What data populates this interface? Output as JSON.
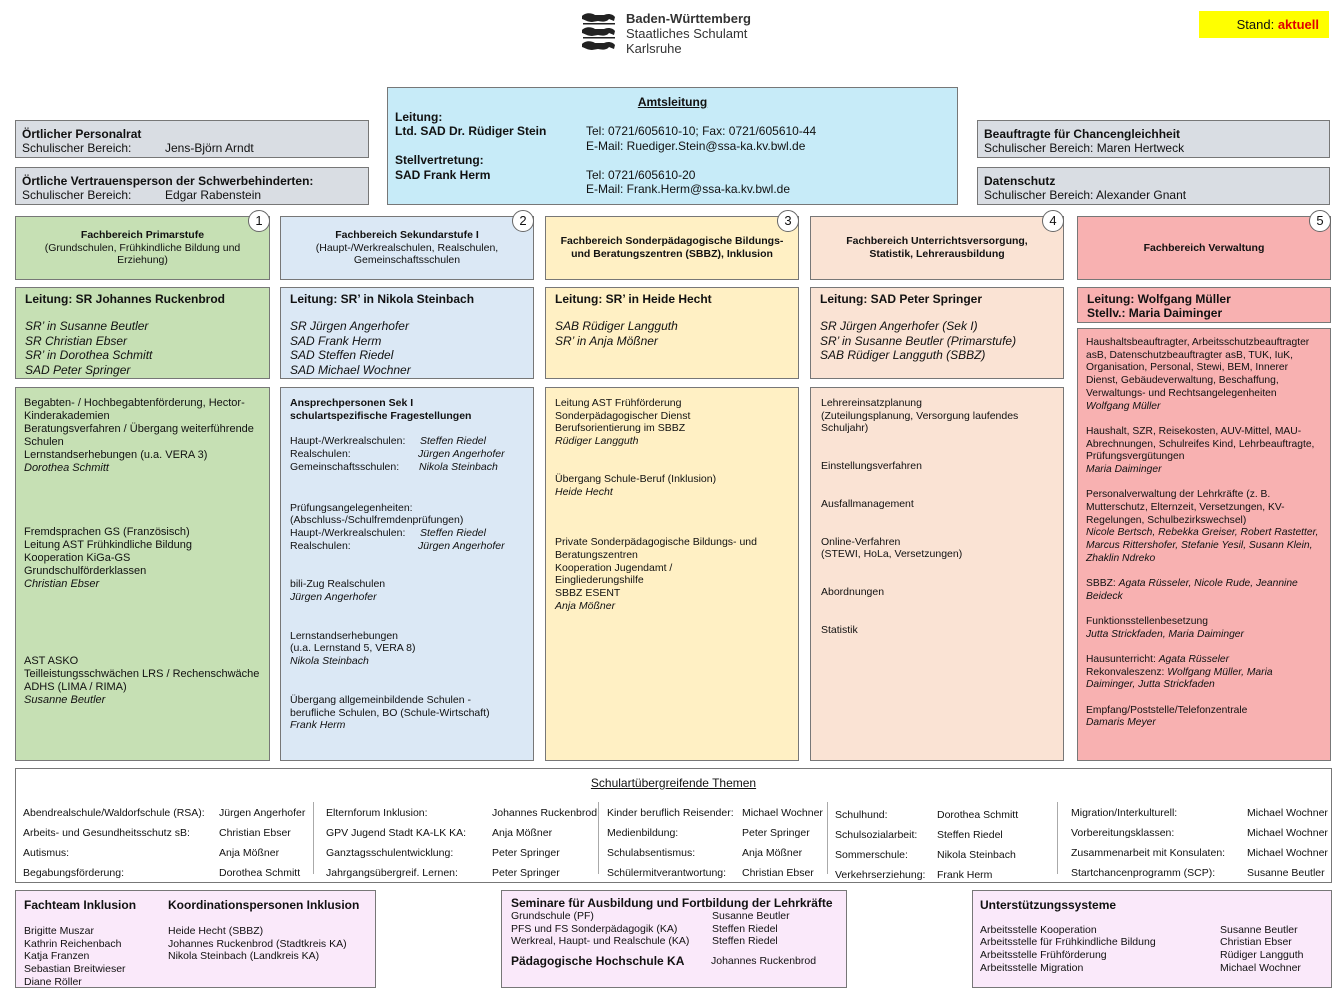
{
  "header": {
    "org_line1": "Baden-Württemberg",
    "org_line2": "Staatliches Schulamt",
    "org_line3": "Karlsruhe",
    "stand_label": "Stand:",
    "stand_value": "aktuell"
  },
  "amtsleitung": {
    "title": "Amtsleitung",
    "leitung_label": "Leitung:",
    "leitung_name": "Ltd. SAD Dr. Rüdiger Stein",
    "leitung_tel": "Tel:  0721/605610-10; Fax: 0721/605610-44",
    "leitung_email": "E-Mail: Ruediger.Stein@ssa-ka.kv.bwl.de",
    "stv_label": "Stellvertretung:",
    "stv_name": "SAD Frank Herm",
    "stv_tel": "Tel:  0721/605610-20",
    "stv_email": "E-Mail: Frank.Herm@ssa-ka.kv.bwl.de"
  },
  "left_boxes": [
    {
      "title": "Örtlicher Personalrat",
      "label": "Schulischer Bereich:",
      "name": "Jens-Björn Arndt"
    },
    {
      "title": "Örtliche Vertrauensperson der Schwerbehinderten:",
      "label": "Schulischer Bereich:",
      "name": "Edgar Rabenstein"
    }
  ],
  "right_boxes": [
    {
      "title": "Beauftragte für Chancengleichheit",
      "text": "Schulischer Bereich: Maren Hertweck"
    },
    {
      "title": "Datenschutz",
      "text": "Schulischer Bereich: Alexander Gnant"
    }
  ],
  "fachbereiche": [
    {
      "num": "1",
      "title": "Fachbereich Primarstufe",
      "sub": "(Grundschulen, Frühkindliche Bildung und Erziehung)",
      "leitung": "Leitung:  SR Johannes Ruckenbrod",
      "staff": [
        "SR’ in Susanne Beutler",
        "SR Christian Ebser",
        "SR’ in Dorothea Schmitt",
        "SAD Peter Springer"
      ]
    },
    {
      "num": "2",
      "title": "Fachbereich Sekundarstufe I",
      "sub": "(Haupt-/Werkrealschulen, Realschulen, Gemeinschaftsschulen",
      "leitung": "Leitung:  SR’ in Nikola Steinbach",
      "staff": [
        "SR Jürgen Angerhofer",
        "SAD Frank Herm",
        "SAD Steffen Riedel",
        "SAD Michael Wochner"
      ]
    },
    {
      "num": "3",
      "title": "Fachbereich Sonderpädagogische Bildungs- und Beratungszentren (SBBZ), Inklusion",
      "sub": "",
      "leitung": "Leitung:  SR’ in Heide Hecht",
      "staff": [
        "SAB Rüdiger Langguth",
        "SR’ in Anja Mößner"
      ]
    },
    {
      "num": "4",
      "title": "Fachbereich Unterrichtsversorgung, Statistik, Lehrerausbildung",
      "sub": "",
      "leitung": "Leitung:  SAD Peter Springer",
      "staff": [
        "SR  Jürgen Angerhofer (Sek I)",
        "SR’ in Susanne Beutler (Primarstufe)",
        "SAB Rüdiger Langguth (SBBZ)"
      ]
    },
    {
      "num": "5",
      "title": "Fachbereich Verwaltung",
      "sub": "",
      "leitung": "Leitung:  Wolfgang Müller",
      "leitung2": "Stellv.:    Maria Daiminger",
      "staff": []
    }
  ],
  "col1": [
    {
      "lines": [
        "Begabten- / Hochbegabtenförderung, Hector-Kinderakademien",
        "Beratungsverfahren / Übergang weiterführende Schulen",
        "Lernstandserhebungen (u.a. VERA 3)"
      ],
      "person": "Dorothea Schmitt"
    },
    {
      "lines": [
        "Fremdsprachen GS (Französisch)",
        "Leitung AST Frühkindliche Bildung",
        "Kooperation KiGa-GS",
        "Grundschulförderklassen"
      ],
      "person": "Christian Ebser"
    },
    {
      "lines": [
        "AST ASKO",
        "Teilleistungsschwächen LRS / Rechenschwäche",
        "ADHS (LIMA / RIMA)"
      ],
      "person": "Susanne Beutler"
    }
  ],
  "col2": {
    "heading": "Ansprechpersonen Sek I schulartspezifische Fragestellungen",
    "rows1": [
      [
        "Haupt-/Werkrealschulen:",
        "Steffen Riedel"
      ],
      [
        "Realschulen:",
        "Jürgen Angerhofer"
      ],
      [
        "Gemeinschaftsschulen:",
        "Nikola Steinbach"
      ]
    ],
    "pruef_head": "Prüfungsangelegenheiten:",
    "pruef_sub": "(Abschluss-/Schulfremdenprüfungen)",
    "rows2": [
      [
        "Haupt-/Werkrealschulen:",
        "Steffen Riedel"
      ],
      [
        "Realschulen:",
        "Jürgen Angerhofer"
      ]
    ],
    "bili": "bili-Zug Realschulen",
    "bili_p": "Jürgen Angerhofer",
    "lern1": "Lernstandserhebungen",
    "lern2": "(u.a. Lernstand 5, VERA 8)",
    "lern_p": "Nikola Steinbach",
    "ueb1": "Übergang allgemeinbildende  Schulen -",
    "ueb2": "berufliche Schulen, BO  (Schule-Wirtschaft)",
    "ueb_p": "Frank Herm"
  },
  "col3": [
    {
      "lines": [
        "Leitung AST Frühförderung",
        "Sonderpädagogischer Dienst",
        "Berufsorientierung im SBBZ"
      ],
      "person": "Rüdiger Langguth"
    },
    {
      "lines": [
        "Übergang Schule-Beruf (Inklusion)"
      ],
      "person": "Heide Hecht"
    },
    {
      "lines": [
        "Private Sonderpädagogische Bildungs- und Beratungszentren",
        "Kooperation Jugendamt / Eingliederungshilfe",
        "SBBZ ESENT"
      ],
      "person": "Anja Mößner"
    }
  ],
  "col4": [
    "Lehrereinsatzplanung",
    "(Zuteilungsplanung, Versorgung laufendes Schuljahr)",
    "Einstellungsverfahren",
    "Ausfallmanagement",
    "Online-Verfahren",
    "(STEWI,  HoLa,  Versetzungen)",
    "Abordnungen",
    "Statistik"
  ],
  "col5": [
    {
      "text": "Haushaltsbeauftragter, Arbeitsschutzbeauftragter asB, Datenschutzbeauftragter asB, TUK, IuK, Organisation, Personal, Stewi, BEM, Innerer Dienst, Gebäudeverwaltung, Beschaffung, Verwaltungs- und Rechtsangelegenheiten",
      "person": "Wolfgang Müller"
    },
    {
      "text": "Haushalt, SZR, Reisekosten, AUV-Mittel, MAU-Abrechnungen, Schulreifes Kind, Lehrbeauftragte, Prüfungsvergütungen",
      "person": "Maria Daiminger"
    },
    {
      "text": "Personalverwaltung der Lehrkräfte (z. B. Mutterschutz, Elternzeit, Versetzungen, KV-Regelungen,  Schulbezirkswechsel)",
      "person": "Nicole Bertsch, Rebekka Greiser, Robert Rastetter, Marcus Rittershofer, Stefanie Yesil, Susann Klein, Zhaklin Ndreko"
    },
    {
      "label": "SBBZ: ",
      "person": "Agata Rüsseler, Nicole Rude, Jeannine Beideck"
    },
    {
      "text": "Funktionsstellenbesetzung",
      "person": "Jutta Strickfaden, Maria Daiminger"
    },
    {
      "label": "Hausunterricht: ",
      "person": "Agata Rüsseler",
      "label2": "Rekonvaleszenz: ",
      "person2": "Wolfgang Müller, Maria Daiminger, Jutta Strickfaden"
    },
    {
      "text": "Empfang/Poststelle/Telefonzentrale",
      "person": "Damaris Meyer"
    }
  ],
  "themen": {
    "title": "Schulartübergreifende  Themen",
    "cols": [
      [
        [
          "Abendrealschule/Waldorfschule (RSA):",
          "Jürgen Angerhofer"
        ],
        [
          "Arbeits- und Gesundheitsschutz sB:",
          "Christian Ebser"
        ],
        [
          "Autismus:",
          "Anja Mößner"
        ],
        [
          "Begabungsförderung:",
          "Dorothea Schmitt"
        ]
      ],
      [
        [
          "Elternforum Inklusion:",
          "Johannes Ruckenbrod"
        ],
        [
          "GPV Jugend Stadt KA-LK KA:",
          "Anja Mößner"
        ],
        [
          "Ganztagsschulentwicklung:",
          "Peter Springer"
        ],
        [
          "Jahrgangsübergreif. Lernen:",
          "Peter Springer"
        ]
      ],
      [
        [
          "Kinder beruflich Reisender:",
          "Michael Wochner"
        ],
        [
          "Medienbildung:",
          "Peter Springer"
        ],
        [
          "Schulabsentismus:",
          "Anja Mößner"
        ],
        [
          "Schülermitverantwortung:",
          "Christian Ebser"
        ]
      ],
      [
        [
          "Schulhund:",
          "Dorothea Schmitt"
        ],
        [
          "Schulsozialarbeit:",
          "Steffen Riedel"
        ],
        [
          "Sommerschule:",
          "Nikola  Steinbach"
        ],
        [
          "Verkehrserziehung:",
          "Frank Herm"
        ]
      ],
      [
        [
          "Migration/Interkulturell:",
          "Michael Wochner"
        ],
        [
          "Vorbereitungsklassen:",
          "Michael Wochner"
        ],
        [
          "Zusammenarbeit mit Konsulaten:",
          "Michael Wochner"
        ],
        [
          "Startchancenprogramm (SCP):",
          "Susanne Beutler"
        ]
      ]
    ]
  },
  "inklusion": {
    "title1": "Fachteam Inklusion",
    "title2": "Koordinationspersonen  Inklusion",
    "team": [
      "Brigitte Muszar",
      "Kathrin Reichenbach",
      "Katja Franzen",
      "Sebastian Breitwieser",
      "Diane Röller"
    ],
    "koord": [
      "Heide Hecht (SBBZ)",
      "Johannes Ruckenbrod (Stadtkreis KA)",
      "Nikola  Steinbach (Landkreis KA)"
    ]
  },
  "seminare": {
    "title": "Seminare für Ausbildung  und Fortbildung  der Lehrkräfte",
    "rows": [
      [
        "Grundschule (PF)",
        "Susanne Beutler"
      ],
      [
        "PFS  und FS Sonderpädagogik (KA)",
        "Steffen Riedel"
      ],
      [
        "Werkreal, Haupt- und Realschule (KA)",
        "Steffen Riedel"
      ]
    ],
    "ph_label": "Pädagogische Hochschule KA",
    "ph_name": "Johannes Ruckenbrod"
  },
  "unterstuetzung": {
    "title": "Unterstützungssysteme",
    "rows": [
      [
        "Arbeitsstelle Kooperation",
        "Susanne Beutler"
      ],
      [
        "Arbeitsstelle für Frühkindliche Bildung",
        "Christian Ebser"
      ],
      [
        "Arbeitsstelle Frühförderung",
        "Rüdiger Langguth"
      ],
      [
        "Arbeitsstelle Migration",
        "Michael Wochner"
      ]
    ]
  }
}
